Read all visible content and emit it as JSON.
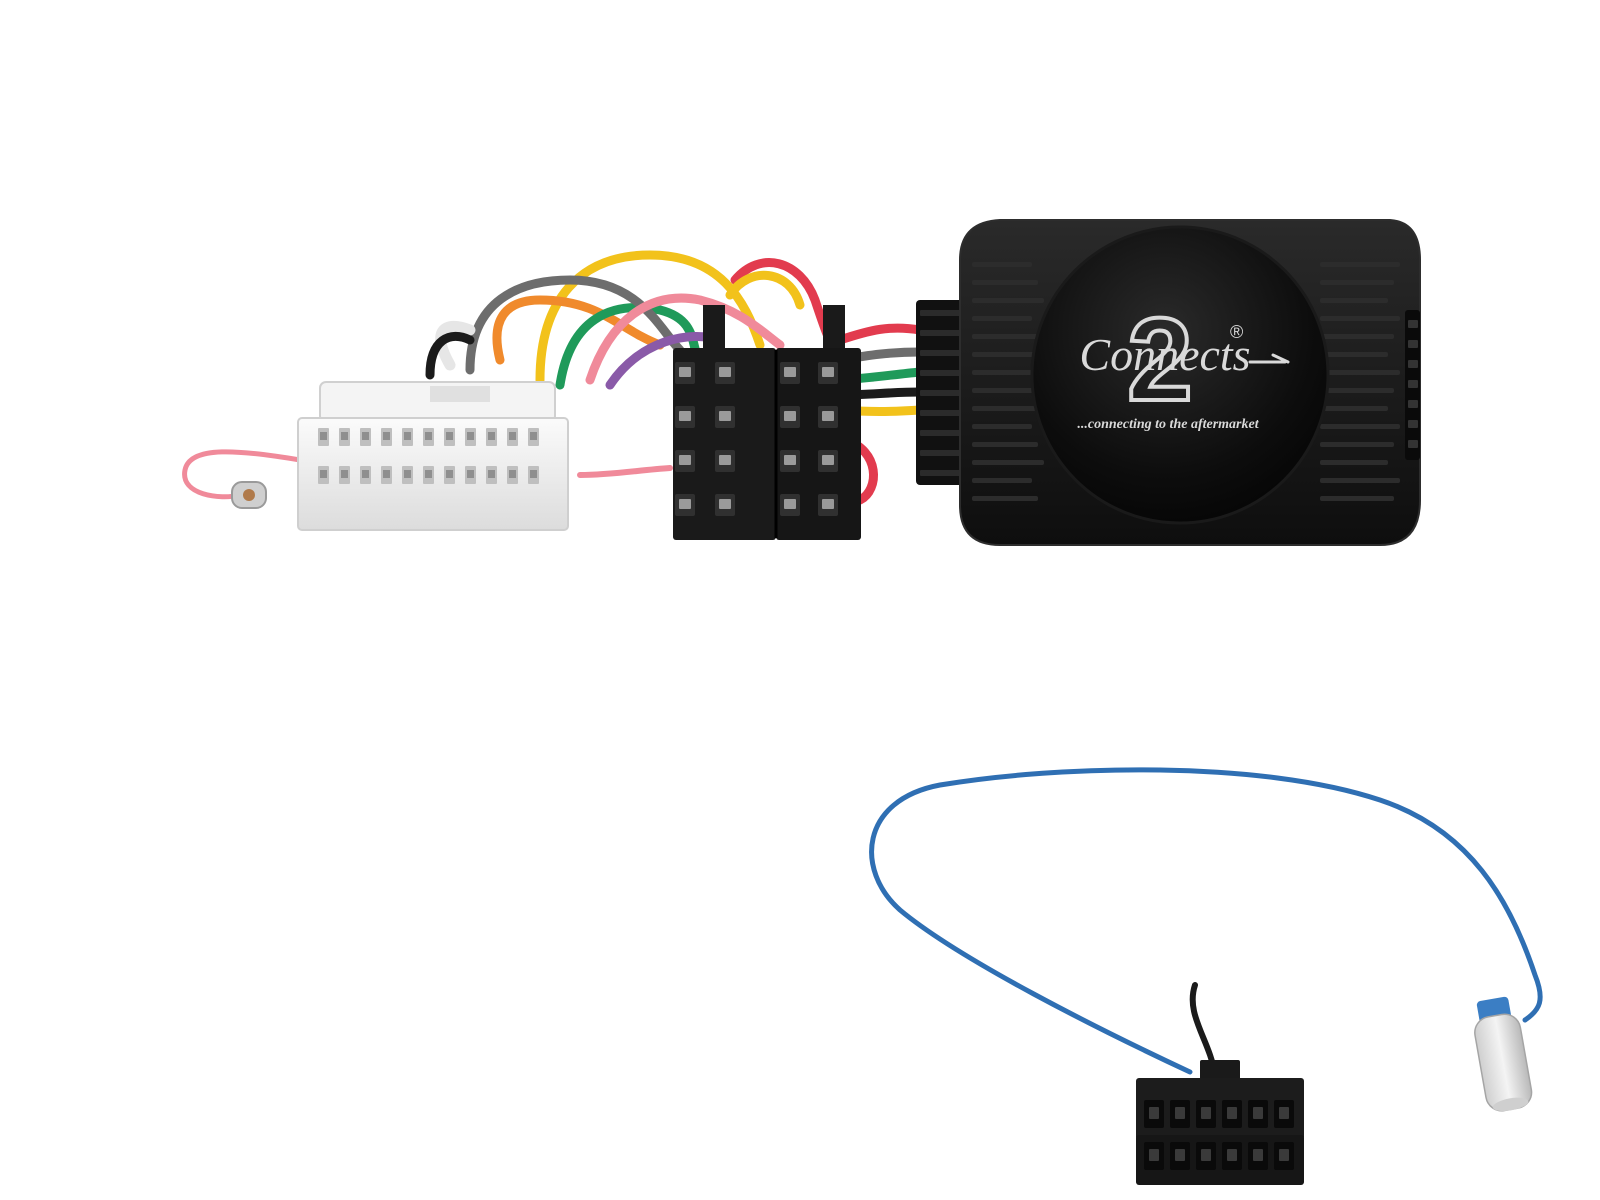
{
  "product": {
    "logo": {
      "brand_numeral": "2",
      "brand_word": "Connects",
      "registered_mark": "®",
      "tagline": "...connecting to the aftermarket"
    }
  },
  "colors": {
    "background": "#ffffff",
    "interface_box": "#141414",
    "iso_connector": "#1a1a1a",
    "oem_connector": "#f2f2f2",
    "patch_lead": "#2f6fb3",
    "wire_yellow": "#f2c21b",
    "wire_orange": "#f08a2c",
    "wire_green": "#1f9a5a",
    "wire_red": "#e23b4e",
    "wire_pink": "#f08a9a",
    "wire_grey": "#6d6d6d",
    "wire_white": "#e6e6e6",
    "wire_purple": "#8a5aa8",
    "wire_black": "#1b1b1b"
  }
}
